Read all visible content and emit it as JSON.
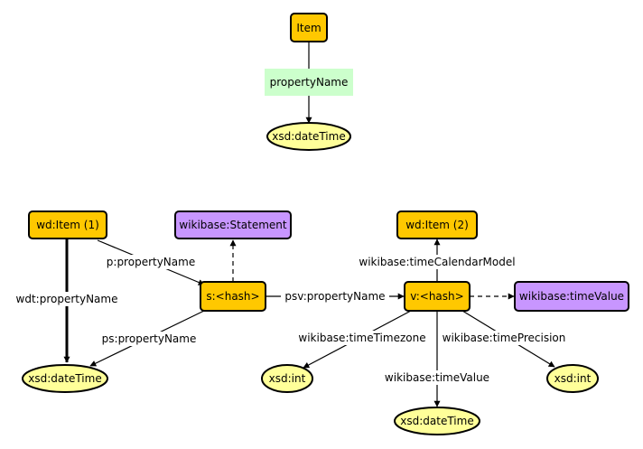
{
  "colors": {
    "item": "#ffc800",
    "class": "#c896ff",
    "literal": "#ffff99",
    "property": "#ccffcc",
    "stroke": "#000000"
  },
  "top": {
    "item": "Item",
    "property": "propertyName",
    "literal": "xsd:dateTime"
  },
  "bottom": {
    "item1": "wd:Item (1)",
    "statement_class": "wikibase:Statement",
    "statement_node": "s:<hash>",
    "datetime_left": "xsd:dateTime",
    "item2": "wd:Item (2)",
    "value_node": "v:<hash>",
    "timevalue_class": "wikibase:timeValue",
    "int_left": "xsd:int",
    "datetime_bottom": "xsd:dateTime",
    "int_right": "xsd:int"
  },
  "edges": {
    "p_property": "p:propertyName",
    "wdt_property": "wdt:propertyName",
    "ps_property": "ps:propertyName",
    "psv_property": "psv:propertyName",
    "calendar_model": "wikibase:timeCalendarModel",
    "timezone": "wikibase:timeTimezone",
    "precision": "wikibase:timePrecision",
    "time_value": "wikibase:timeValue"
  }
}
